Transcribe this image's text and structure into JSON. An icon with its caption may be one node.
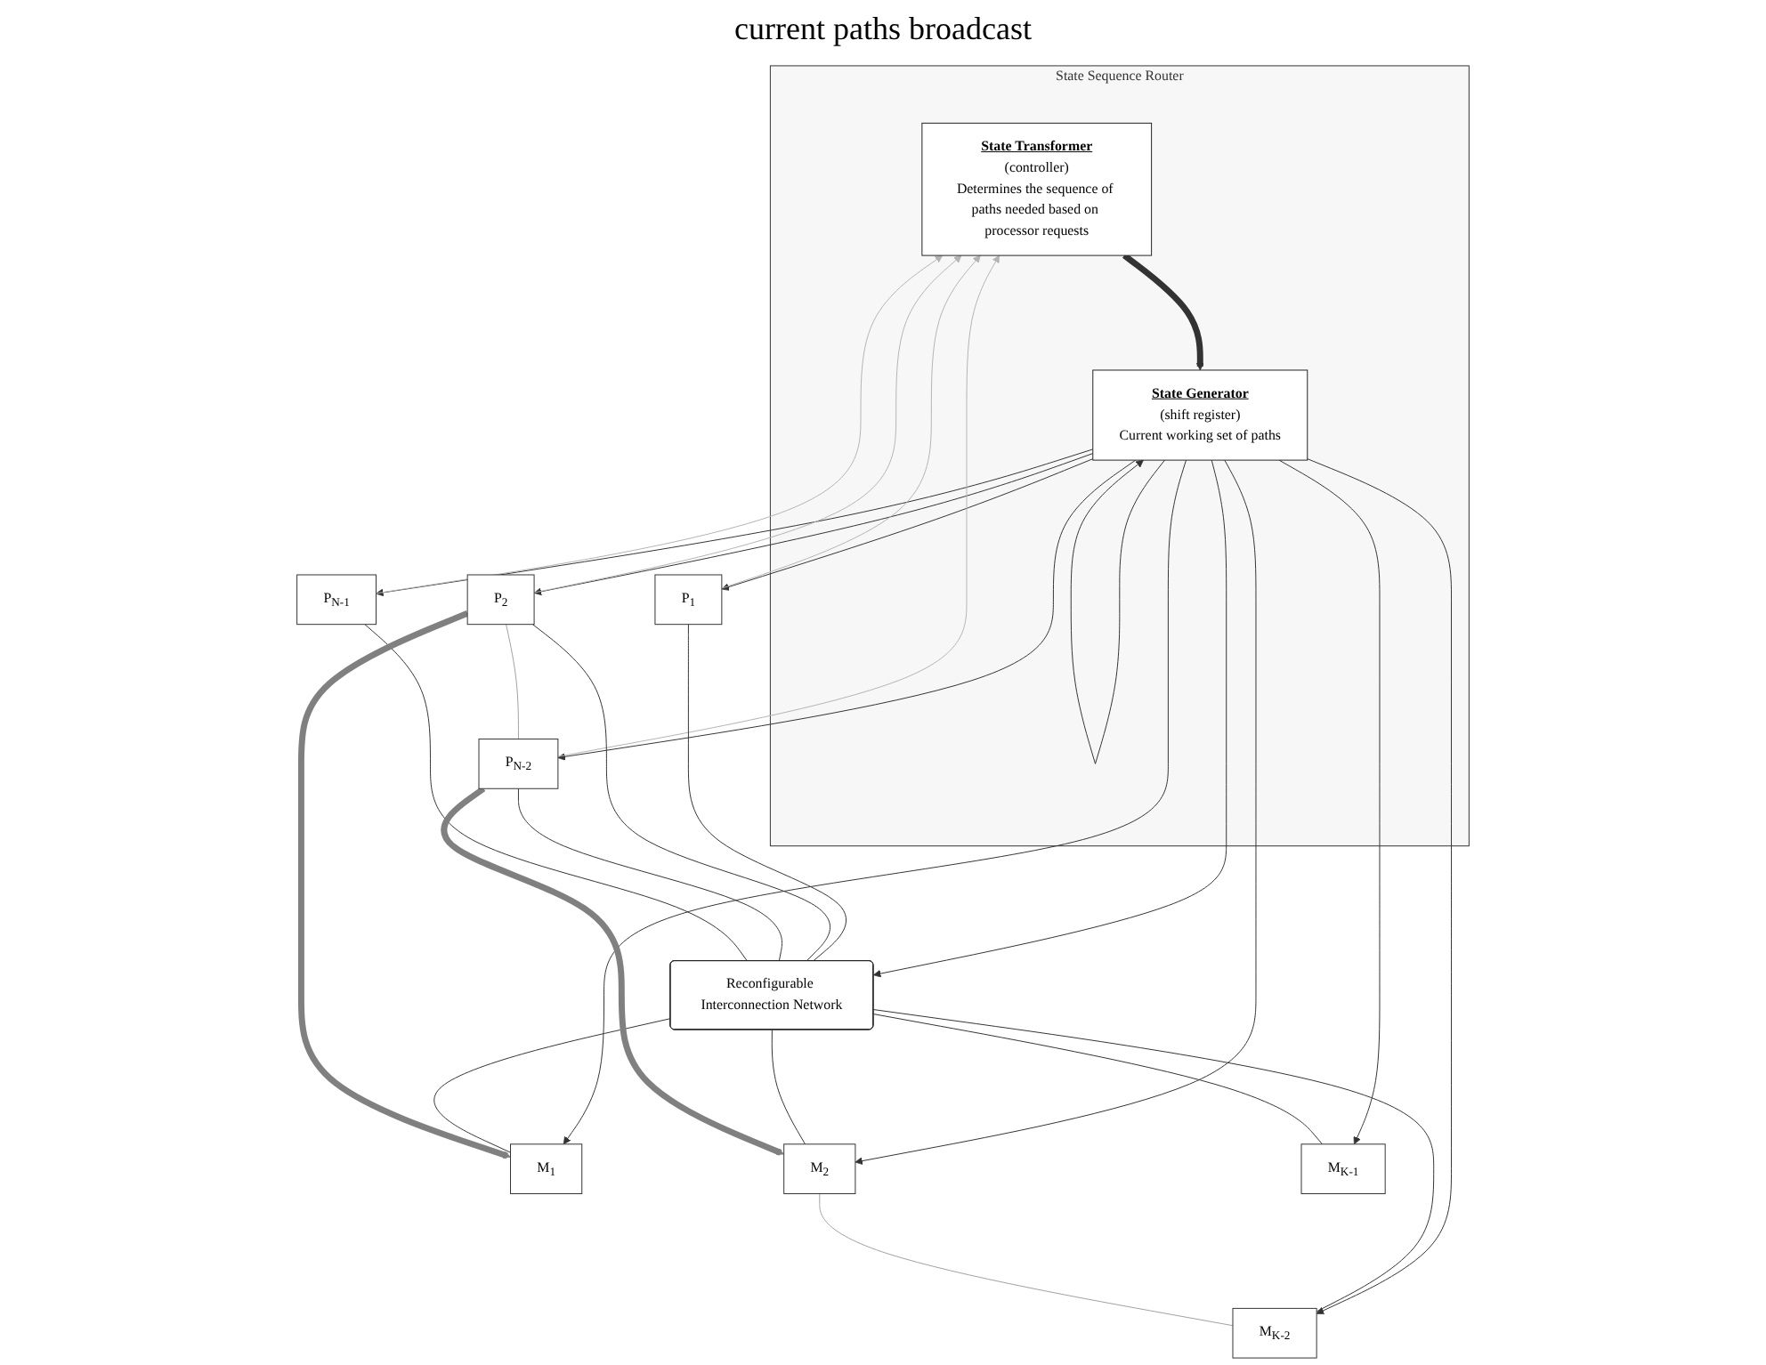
{
  "diagram": {
    "nodes": [
      {
        "text": [
          "State Sequence Router"
        ]
      },
      {
        "text": [
          "State Transformer",
          "(controller)",
          "Determines the sequence of paths needed based on processor requests"
        ],
        "in": 0
      },
      {
        "text": [
          "State Generator",
          "(shift register)",
          "Current working set of paths"
        ],
        "in": 0
      },
      {
        "text": [
          "Reconfigurable Interconnection Network"
        ]
      },
      {
        "text": [
          "P$_{1}$"
        ]
      },
      {
        "text": [
          "P$_{2}$"
        ]
      },
      {
        "text": [
          "P$_{N-2}$"
        ]
      },
      {
        "text": [
          "P$_{N-1}$"
        ]
      },
      {
        "text": [
          "M$_{1}$"
        ]
      },
      {
        "text": [
          "M$_{2}$"
        ]
      },
      {
        "text": [
          "M$_{K-2}$"
        ]
      },
      {
        "text": [
          "M$_{K-1}$"
        ]
      }
    ],
    "edges": [
      {
        "from": 1,
        "to": 2,
        "arrow": "to",
        "style": "thick"
      },
      {
        "from": 2,
        "to": 2,
        "arrow": "to"
      },
      {
        "from": 2,
        "to": 3,
        "arrow": "to"
      },
      {
        "from": 2,
        "to": 4,
        "arrow": "to"
      },
      {
        "from": 2,
        "to": 5,
        "arrow": "to"
      },
      {
        "from": 2,
        "to": 6,
        "arrow": "to"
      },
      {
        "from": 2,
        "to": 7,
        "arrow": "to"
      },
      {
        "from": 2,
        "to": 8,
        "arrow": "to"
      },
      {
        "from": 2,
        "to": 9,
        "arrow": "to"
      },
      {
        "from": 2,
        "to": 10,
        "arrow": "to"
      },
      {
        "from": 2,
        "to": 11,
        "arrow": "to"
      },
      {
        "from": 4,
        "to": 1,
        "arrow": "to",
        "color": "#b3b3b3"
      },
      {
        "from": 5,
        "to": 1,
        "arrow": "to",
        "color": "#b3b3b3"
      },
      {
        "from": 6,
        "to": 1,
        "arrow": "to",
        "color": "#b3b3b3"
      },
      {
        "from": 7,
        "to": 1,
        "arrow": "to",
        "color": "#b3b3b3"
      },
      {
        "from": 4,
        "to": 3,
        "arrow": "none"
      },
      {
        "from": 5,
        "to": 3,
        "arrow": "none"
      },
      {
        "from": 6,
        "to": 3,
        "arrow": "none"
      },
      {
        "from": 7,
        "to": 3,
        "arrow": "none"
      },
      {
        "from": 3,
        "to": 8,
        "arrow": "none"
      },
      {
        "from": 3,
        "to": 9,
        "arrow": "none"
      },
      {
        "from": 3,
        "to": 10,
        "arrow": "none"
      },
      {
        "from": 3,
        "to": 11,
        "arrow": "none"
      },
      {
        "from": 5,
        "to": 8,
        "arrow": "to",
        "style": "thick",
        "color": "#808080"
      },
      {
        "from": 6,
        "to": 9,
        "arrow": "to",
        "style": "thick",
        "color": "#808080"
      },
      {
        "from": 5,
        "to": 6,
        "arrow": "none",
        "color": "#a0a0a0"
      },
      {
        "from": 9,
        "to": 10,
        "arrow": "none",
        "color": "#a0a0a0"
      }
    ],
    "labels": [
      "current paths broadcast"
    ]
  }
}
